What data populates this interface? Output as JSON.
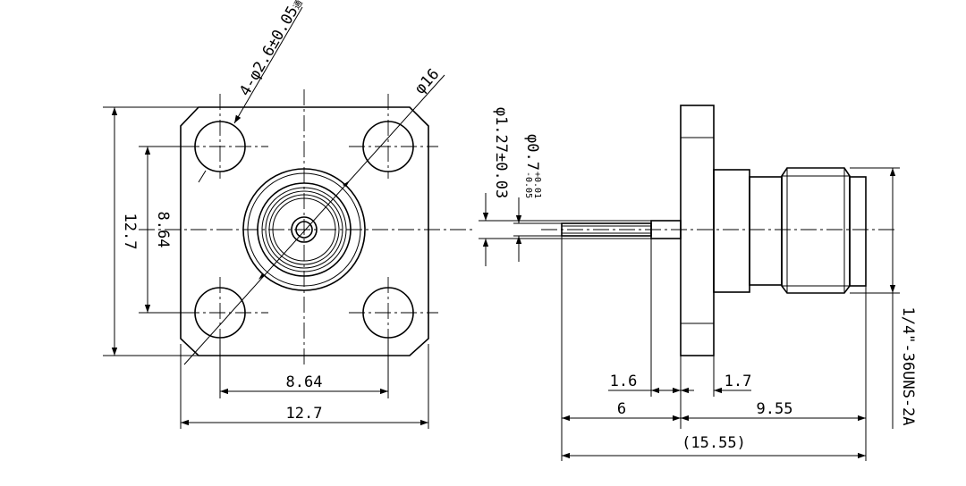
{
  "front_view": {
    "hole_callout": "4-φ2.6±0.05",
    "hole_callout_suffix": "通",
    "outer_diameter": "φ16",
    "height_overall": "12.7",
    "hole_spacing_vertical": "8.64",
    "hole_spacing_horizontal": "8.64",
    "width_overall": "12.7"
  },
  "side_view": {
    "pin_diameter_base": "φ0.7",
    "pin_tol_upper": "+0.01",
    "pin_tol_lower": "-0.05",
    "pin_shoulder_diameter": "φ1.27±0.03",
    "dim_1_6": "1.6",
    "dim_1_7": "1.7",
    "dim_6": "6",
    "dim_9_55": "9.55",
    "dim_total": "(15.55)",
    "thread_spec": "1/4\"-36UNS-2A"
  }
}
